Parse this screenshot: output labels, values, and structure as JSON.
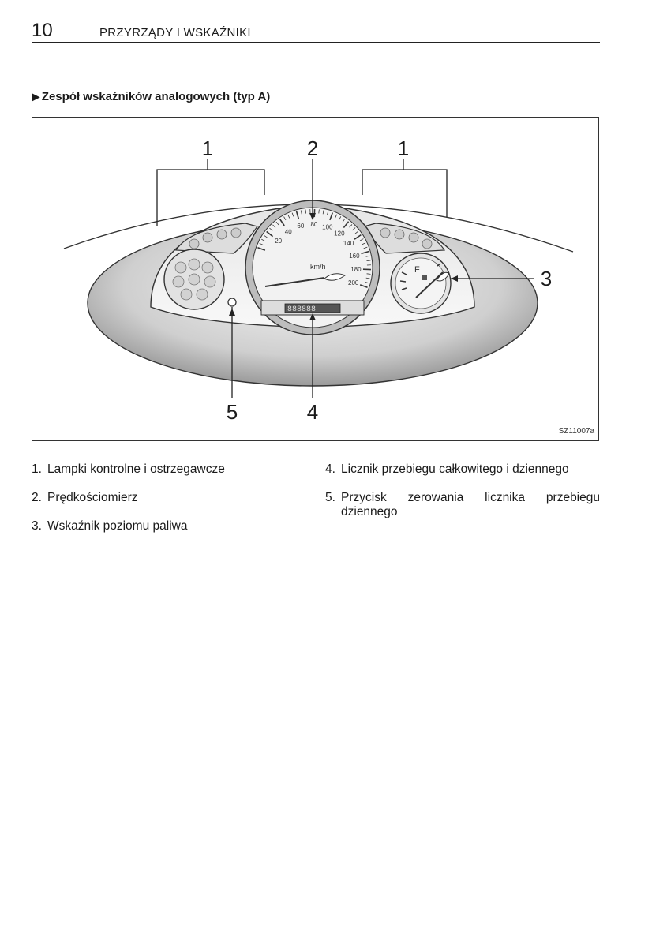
{
  "header": {
    "page_number": "10",
    "chapter_title": "PRZYRZĄDY I WSKAŹNIKI"
  },
  "section": {
    "marker": "▶",
    "title": "Zespół wskaźników analogowych (typ A)"
  },
  "figure": {
    "callouts": [
      "1",
      "2",
      "1",
      "3",
      "5",
      "4"
    ],
    "figure_code": "SZ11007a",
    "speed_ticks": [
      "20",
      "40",
      "60",
      "80",
      "100",
      "120",
      "140",
      "160",
      "180",
      "200"
    ],
    "speed_unit": "km/h",
    "fuel_full_label": "F",
    "odometer": "888888"
  },
  "captions": [
    {
      "num": "1.",
      "text": "Lampki kontrolne i ostrzegawcze"
    },
    {
      "num": "2.",
      "text": "Prędkościomierz"
    },
    {
      "num": "3.",
      "text": "Wskaźnik poziomu paliwa"
    },
    {
      "num": "4.",
      "text": "Licznik przebiegu całkowitego i dziennego"
    },
    {
      "num": "5.",
      "text": "Przycisk zerowania licznika przebiegu dziennego"
    }
  ]
}
